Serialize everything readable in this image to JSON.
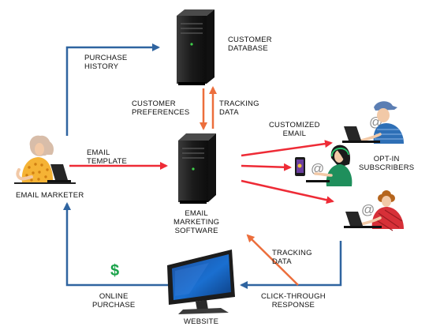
{
  "labels": {
    "customer_database": [
      "CUSTOMER",
      "DATABASE"
    ],
    "purchase_history": [
      "PURCHASE",
      "HISTORY"
    ],
    "customer_preferences": [
      "CUSTOMER",
      "PREFERENCES"
    ],
    "tracking_data_top": [
      "TRACKING",
      "DATA"
    ],
    "customized_email": [
      "CUSTOMIZED",
      "EMAIL"
    ],
    "email_template": [
      "EMAIL",
      "TEMPLATE"
    ],
    "opt_in_subscribers": [
      "OPT-IN",
      "SUBSCRIBERS"
    ],
    "email_marketer": "EMAIL MARKETER",
    "email_marketing_software": [
      "EMAIL",
      "MARKETING",
      "SOFTWARE"
    ],
    "tracking_data_bottom": [
      "TRACKING",
      "DATA"
    ],
    "online_purchase": [
      "ONLINE",
      "PURCHASE"
    ],
    "click_through_response": [
      "CLICK-THROUGH",
      "RESPONSE"
    ],
    "website": "WEBSITE"
  },
  "symbols": {
    "dollar": "$",
    "at": "@"
  },
  "colors": {
    "blue_arrow": "#2f64a0",
    "red_arrow": "#ee2b36",
    "orange_arrow": "#ec6e3c",
    "server": "#1e1e1e",
    "green_light": "#3fd14b",
    "dollar": "#1aa34a",
    "marketer_shirt": "#f5b335",
    "subscriber1_shirt": "#2e6fb6",
    "subscriber2_shirt": "#1f8f5c",
    "subscriber3_shirt": "#d73038"
  },
  "icons": [
    "server-icon",
    "monitor-icon",
    "person-icon",
    "laptop-icon",
    "phone-icon",
    "at-icon",
    "dollar-icon"
  ]
}
